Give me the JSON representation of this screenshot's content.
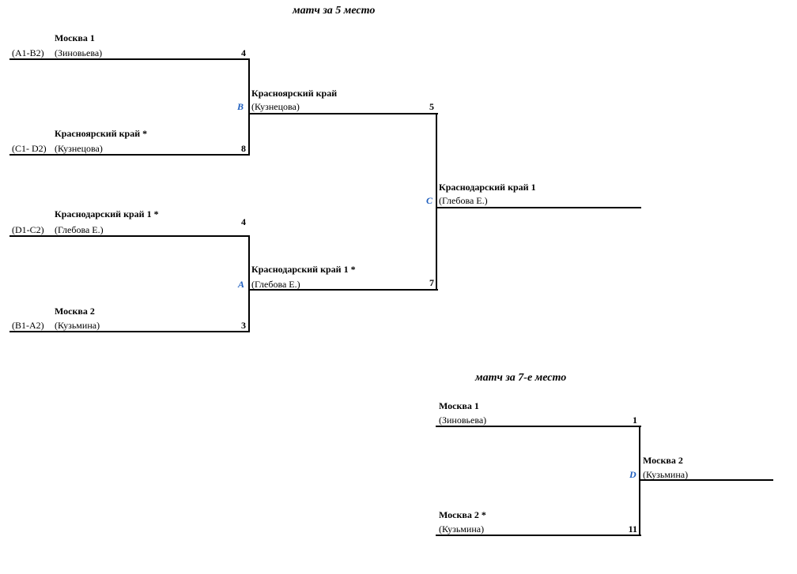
{
  "fifth_place": {
    "title": "матч за 5 место",
    "round1": [
      {
        "team": "Москва 1",
        "seed": "(A1-B2)",
        "coach": "(Зиновьева)",
        "score": "4"
      },
      {
        "team": "Красноярский край *",
        "seed": "(C1- D2)",
        "coach": "(Кузнецова)",
        "score": "8"
      },
      {
        "team": "Краснодарский край 1 *",
        "seed": "(D1-C2)",
        "coach": "(Глебова Е.)",
        "score": "4"
      },
      {
        "team": "Москва 2",
        "seed": "(B1-A2)",
        "coach": "(Кузьмина)",
        "score": "3"
      }
    ],
    "semis": [
      {
        "match": "B",
        "team": "Красноярский край",
        "coach": "(Кузнецова)",
        "score": "5"
      },
      {
        "match": "A",
        "team": "Краснодарский край 1 *",
        "coach": "(Глебова Е.)",
        "score": "7"
      }
    ],
    "final": {
      "match": "C",
      "team": "Краснодарский край 1",
      "coach": "(Глебова Е.)"
    }
  },
  "seventh_place": {
    "title": "матч за 7-е место",
    "entrants": [
      {
        "team": "Москва 1",
        "coach": "(Зиновьева)",
        "score": "1"
      },
      {
        "team": "Москва 2 *",
        "coach": "(Кузьмина)",
        "score": "11"
      }
    ],
    "winner": {
      "match": "D",
      "team": "Москва 2",
      "coach": "(Кузьмина)"
    }
  }
}
